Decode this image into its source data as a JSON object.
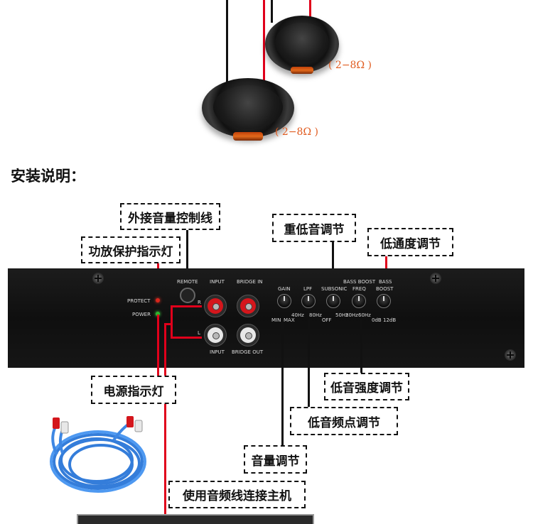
{
  "speakers": {
    "impedance_small": "( 2−8Ω )",
    "impedance_large": "( 2−8Ω )"
  },
  "section_title": "安装说明：",
  "callouts": {
    "remote_control_line": "外接音量控制线",
    "protect_indicator": "功放保护指示灯",
    "bass_volume": "重低音调节",
    "lowpass_adjust": "低通度调节",
    "power_indicator": "电源指示灯",
    "bass_strength": "低音强度调节",
    "bass_frequency": "低音频点调节",
    "volume_adjust": "音量调节",
    "audio_cable_connect": "使用音频线连接主机"
  },
  "panel": {
    "protect": "PROTECT",
    "power": "POWER",
    "remote": "REMOTE",
    "input_top": "INPUT",
    "bridge_in": "BRIDGE IN",
    "r": "R",
    "l": "L",
    "input_bottom": "INPUT",
    "bridge_out": "BRIDGE OUT",
    "gain": "GAIN",
    "gain_min": "MIN",
    "gain_max": "MAX",
    "lpf": "LPF",
    "lpf_low": "40Hz",
    "lpf_high": "80Hz",
    "subsonic": "SUBSONIC",
    "subsonic_low": "OFF",
    "subsonic_high": "50Hz",
    "bass_boost_freq_1": "BASS BOOST",
    "bass_boost_freq_2": "FREQ",
    "freq_low": "30Hz",
    "freq_high": "60Hz",
    "bass_boost_1": "BASS",
    "bass_boost_2": "BOOST",
    "boost_low": "0dB",
    "boost_high": "12dB"
  },
  "colors": {
    "wire_red": "#e0001b",
    "wire_black": "#111111",
    "panel_bg": "#161616",
    "impedance_text": "#e05a1e",
    "protect_led": "#d9261c",
    "power_led": "#2fb52f",
    "cable_blue": "#1f6fd6"
  },
  "icons": {
    "speaker": "subwoofer-speaker-icon",
    "rca_jack": "rca-jack-icon",
    "knob": "rotary-knob-icon",
    "screw": "screw-icon",
    "cable": "rca-cable-icon"
  }
}
